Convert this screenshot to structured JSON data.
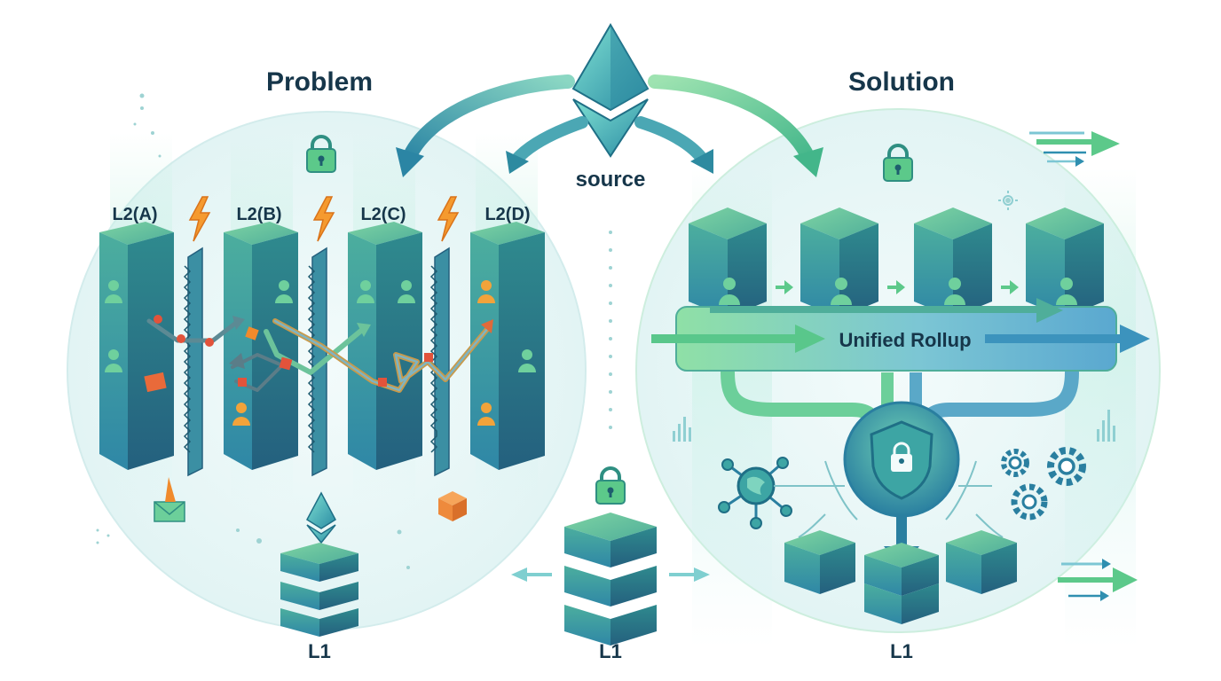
{
  "problem_title": "Problem",
  "solution_title": "Solution",
  "source_label": "source",
  "l2_labels": [
    "L2(A)",
    "L2(B)",
    "L2(C)",
    "L2(D)"
  ],
  "unified_label": "Unified Rollup",
  "l1_labels": {
    "left": "L1",
    "center": "L1",
    "right": "L1"
  },
  "colors": {
    "title_text": "#16364a",
    "teal": "#2f8fa5",
    "green": "#5cc98a",
    "orange": "#f08a2c",
    "red": "#e2533b",
    "pillar_front": "#3b9bab",
    "pillar_side": "#2b7389",
    "pillar_top": "#56b79a"
  },
  "icons": [
    "ethereum-icon",
    "lock-icon",
    "lightning-icon",
    "user-icon",
    "shield-lock-icon",
    "gear-icon",
    "network-node-icon",
    "package-icon",
    "envelope-icon",
    "arrow-icon"
  ]
}
